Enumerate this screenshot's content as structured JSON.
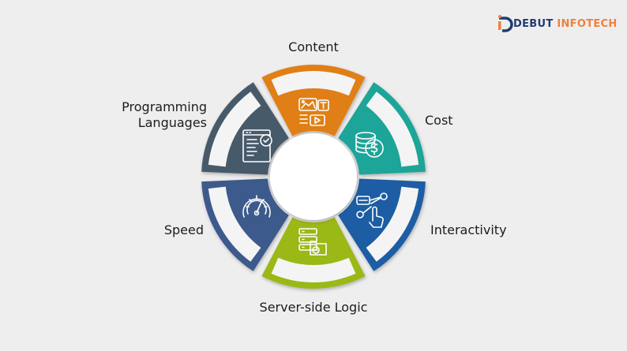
{
  "brand": {
    "name_part1": "DEBUT",
    "name_part2": "INFOTECH",
    "colors": {
      "navy": "#1f3d6e",
      "orange": "#f0803c"
    }
  },
  "segments": [
    {
      "label": "Content",
      "color": "#e07f12",
      "icon": "content-media-icon"
    },
    {
      "label": "Cost",
      "color": "#1ea598",
      "icon": "coins-dollar-icon"
    },
    {
      "label": "Interactivity",
      "color": "#1f5da3",
      "icon": "touch-interaction-icon"
    },
    {
      "label": "Server-side Logic",
      "color": "#9ab818",
      "icon": "server-folder-icon"
    },
    {
      "label": "Speed",
      "color": "#3c5a8c",
      "icon": "speedometer-icon"
    },
    {
      "label": "Programming Languages",
      "color": "#465a6b",
      "icon": "code-checklist-icon"
    }
  ]
}
